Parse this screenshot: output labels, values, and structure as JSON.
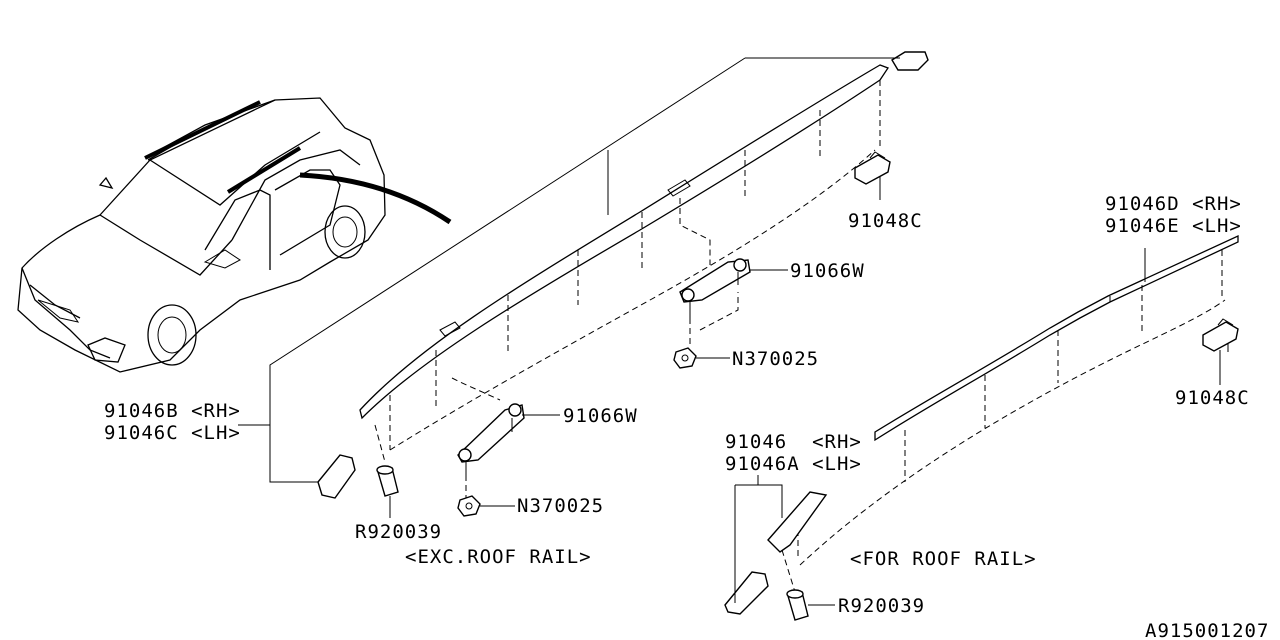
{
  "labels": {
    "front_molding_rh": "91046B <RH>",
    "front_molding_lh": "91046C <LH>",
    "clip_left": "91066W",
    "nut_left": "N370025",
    "clip_right": "91066W",
    "nut_right": "N370025",
    "rivet_left": "R920039",
    "clip_top": "91048C",
    "rail_rh": "91046D <RH>",
    "rail_lh": "91046E <LH>",
    "clip_rail": "91048C",
    "rear_molding_rh": "91046  <RH>",
    "rear_molding_lh": "91046A <LH>",
    "rivet_right": "R920039",
    "exc_roof_rail": "<EXC.ROOF RAIL>",
    "for_roof_rail": "<FOR ROOF RAIL>",
    "diagram_code": "A915001207"
  }
}
